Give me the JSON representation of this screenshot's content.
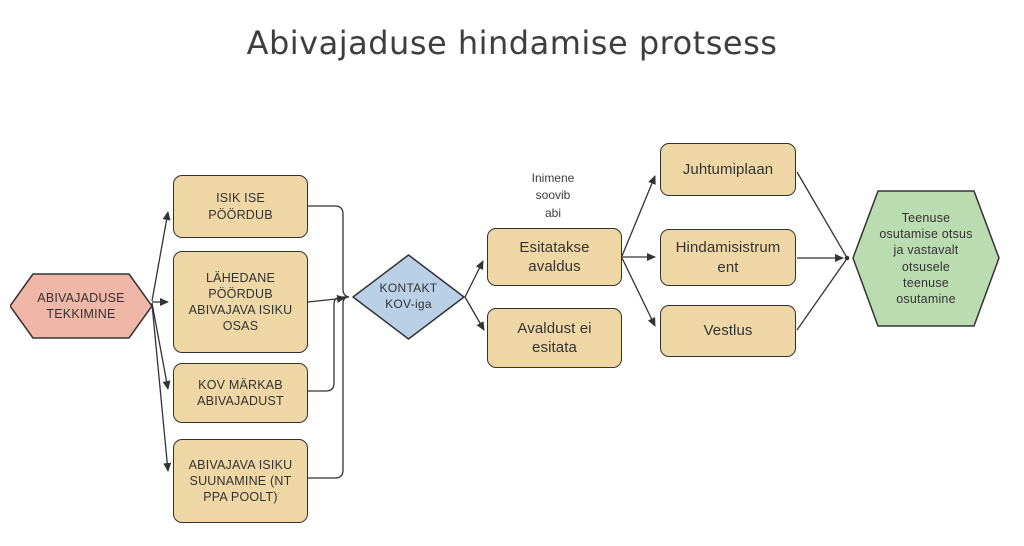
{
  "title": "Abivajaduse hindamise protsess",
  "colors": {
    "canvas_bg": "#ffffff",
    "title_text": "#3e3e3e",
    "text": "#333333",
    "line": "#333333",
    "node_pink": "#f0b6a7",
    "node_tan": "#eed7a4",
    "node_blue": "#bad0e7",
    "node_green": "#bbdcb1"
  },
  "nodes": {
    "start": {
      "label": "ABIVAJADUSE\nTEKKIMINE",
      "shape": "hexagon"
    },
    "isik_ise": {
      "label": "ISIK ISE\nPÖÖRDUB",
      "shape": "box"
    },
    "lahedane": {
      "label": "LÄHEDANE\nPÖÖRDUB\nABIVAJAVA ISIKU\nOSAS",
      "shape": "box"
    },
    "kov_markab": {
      "label": "KOV MÄRKAB\nABIVAJADUST",
      "shape": "box"
    },
    "suunamine": {
      "label": "ABIVAJAVA ISIKU\nSUUNAMINE (NT\nPPA POOLT)",
      "shape": "box"
    },
    "kontakt": {
      "label": "KONTAKT\nKOV-iga",
      "shape": "diamond"
    },
    "esitatakse": {
      "label": "Esitatakse\navaldus",
      "shape": "box"
    },
    "ei_esitata": {
      "label": "Avaldust ei\nesitata",
      "shape": "box"
    },
    "juhtumiplaan": {
      "label": "Juhtumiplaan",
      "shape": "box"
    },
    "hindamisinstrument": {
      "label": "Hindamisistrum\nent",
      "shape": "box"
    },
    "vestlus": {
      "label": "Vestlus",
      "shape": "box"
    },
    "lopp": {
      "label": "Teenuse\nosutamise otsus\nja vastavalt\notsusele\nteenuse\nosutamine",
      "shape": "hexagon"
    }
  },
  "annotations": {
    "soovib_abi": "Inimene\nsoovib\nabi"
  }
}
